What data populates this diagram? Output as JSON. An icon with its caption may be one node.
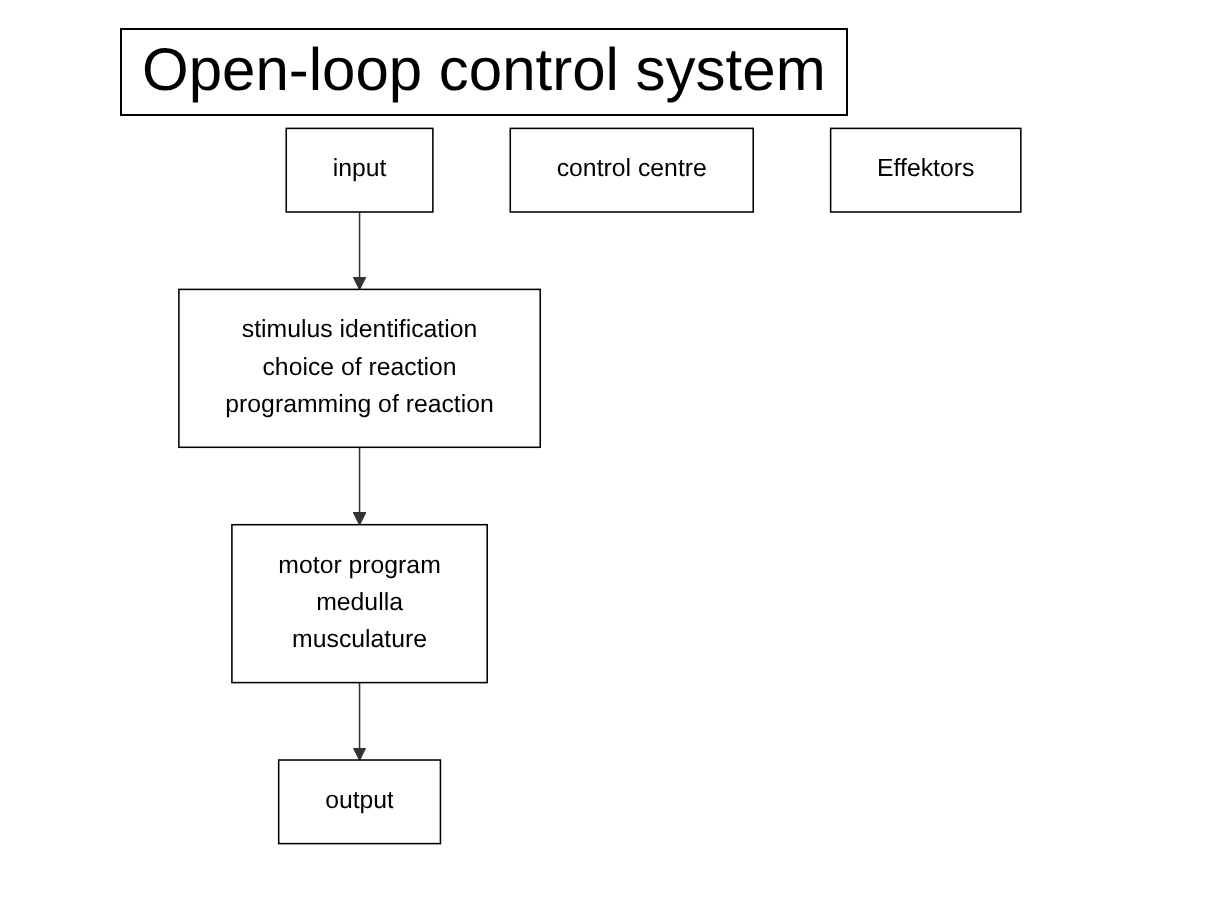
{
  "diagram": {
    "title": "Open-loop control system",
    "nodes": [
      {
        "text": [
          "input"
        ]
      },
      {
        "text": [
          "stimulus identification",
          "choice of reaction",
          "programming of reaction"
        ]
      },
      {
        "text": [
          "motor program",
          "medulla",
          "musculature"
        ]
      },
      {
        "text": [
          "output"
        ]
      },
      {
        "text": [
          "control centre"
        ]
      },
      {
        "text": [
          "Effektors"
        ]
      }
    ],
    "edges": [
      {
        "from": 0,
        "to": 1,
        "arrow": "to"
      },
      {
        "from": 1,
        "to": 2,
        "arrow": "to"
      },
      {
        "from": 2,
        "to": 3,
        "arrow": "to"
      }
    ]
  }
}
